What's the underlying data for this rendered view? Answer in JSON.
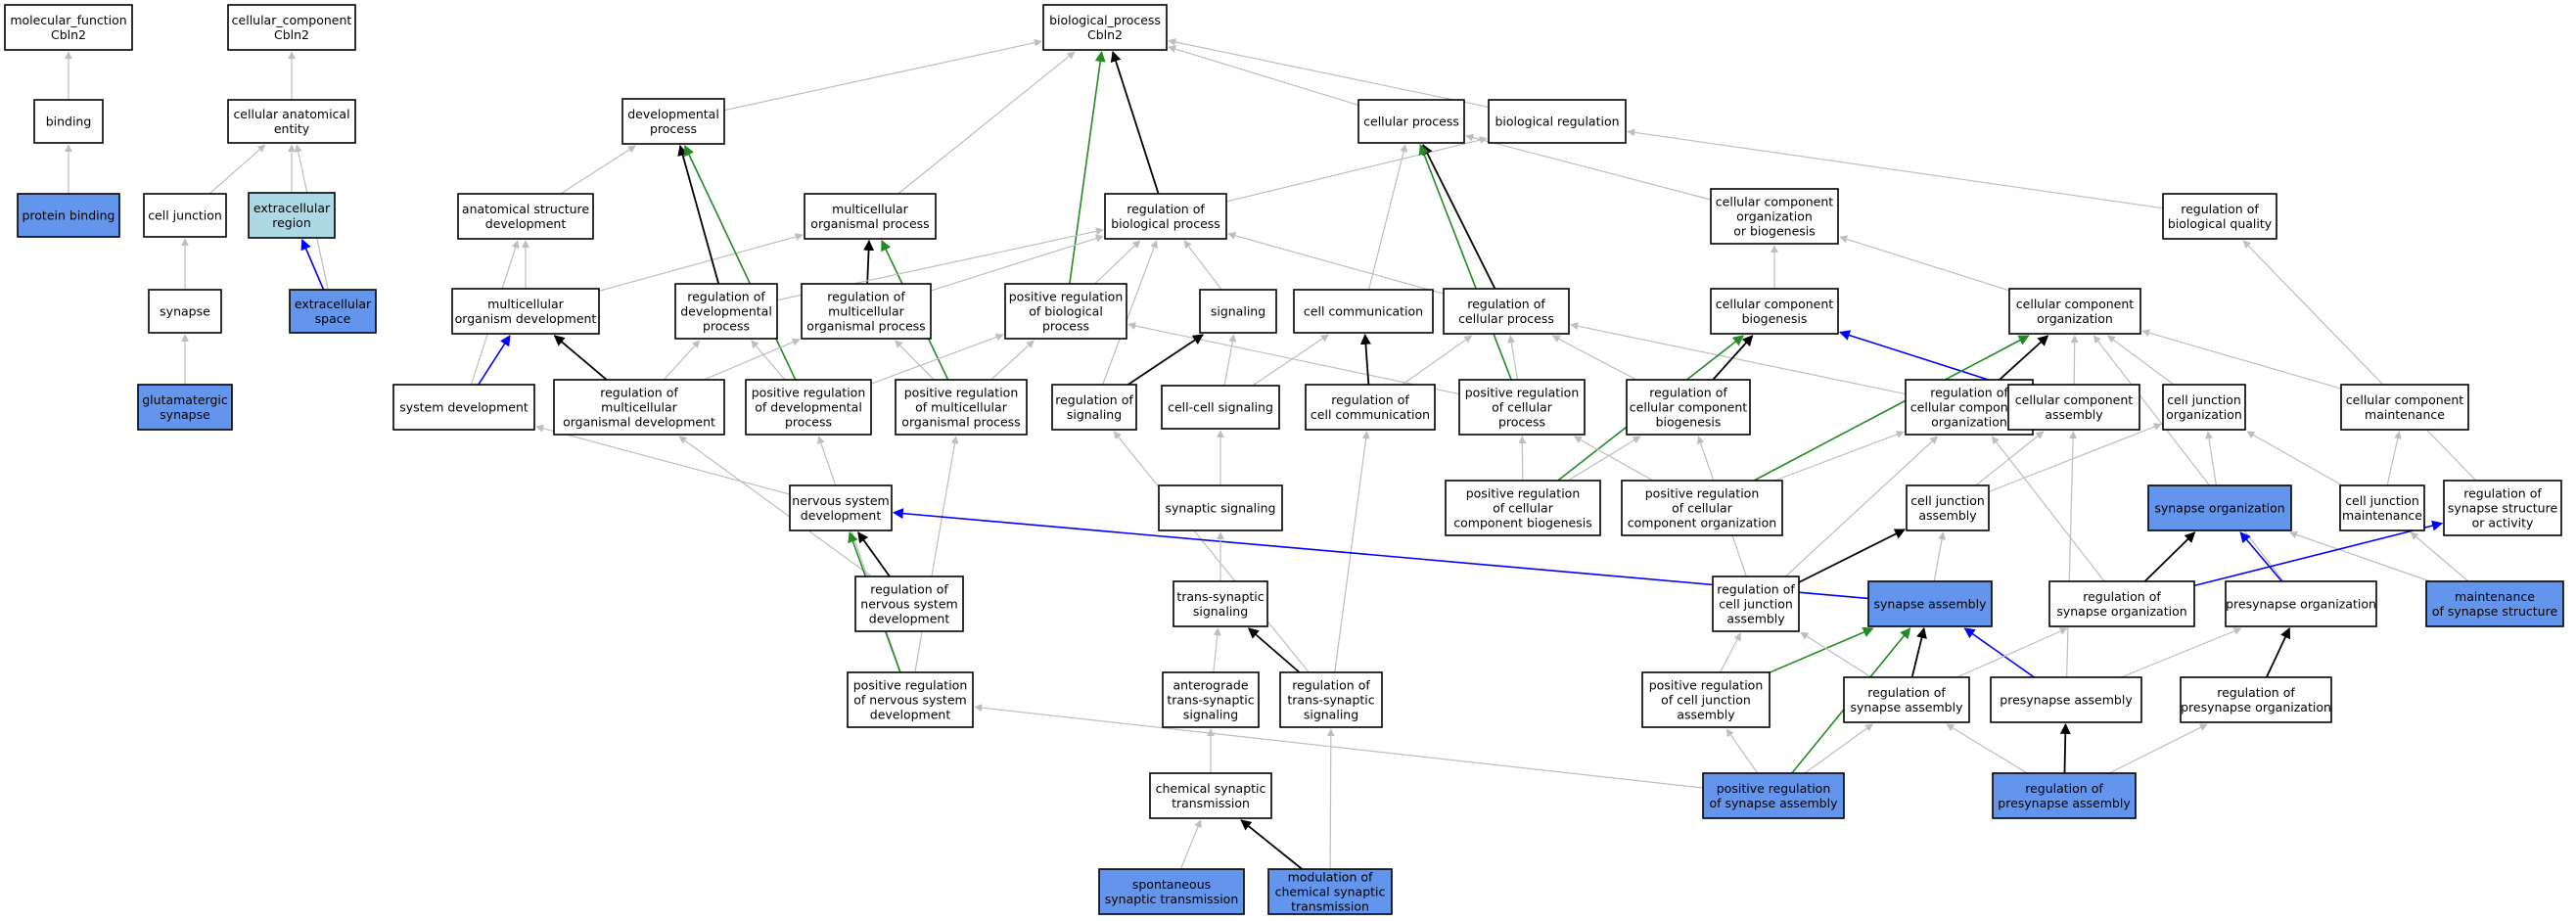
{
  "colors": {
    "white": "#ffffff",
    "blue": "#6495ed",
    "lightblue": "#add8e6",
    "edge_gray": "#bebebe",
    "edge_black": "#000000",
    "edge_green": "#228b22",
    "edge_blue": "#0000ff"
  },
  "nodes": [
    {
      "id": "mf_root",
      "lines": [
        "molecular_function",
        "Cbln2"
      ],
      "fill": "white"
    },
    {
      "id": "cc_root",
      "lines": [
        "cellular_component",
        "Cbln2"
      ],
      "fill": "white"
    },
    {
      "id": "bp_root",
      "lines": [
        "biological_process",
        "Cbln2"
      ],
      "fill": "white"
    },
    {
      "id": "binding",
      "lines": [
        "binding"
      ],
      "fill": "white"
    },
    {
      "id": "cae",
      "lines": [
        "cellular anatomical",
        "entity"
      ],
      "fill": "white"
    },
    {
      "id": "dev_proc",
      "lines": [
        "developmental",
        "process"
      ],
      "fill": "white"
    },
    {
      "id": "cell_proc",
      "lines": [
        "cellular process"
      ],
      "fill": "white"
    },
    {
      "id": "bio_reg",
      "lines": [
        "biological regulation"
      ],
      "fill": "white"
    },
    {
      "id": "protein_binding",
      "lines": [
        "protein binding"
      ],
      "fill": "blue"
    },
    {
      "id": "cell_junction",
      "lines": [
        "cell junction"
      ],
      "fill": "white"
    },
    {
      "id": "extra_region",
      "lines": [
        "extracellular",
        "region"
      ],
      "fill": "lightblue"
    },
    {
      "id": "asd",
      "lines": [
        "anatomical structure",
        "development"
      ],
      "fill": "white"
    },
    {
      "id": "mop",
      "lines": [
        "multicellular",
        "organismal process"
      ],
      "fill": "white"
    },
    {
      "id": "rbp",
      "lines": [
        "regulation of",
        "biological process"
      ],
      "fill": "white"
    },
    {
      "id": "ccob",
      "lines": [
        "cellular component",
        "organization",
        "or biogenesis"
      ],
      "fill": "white"
    },
    {
      "id": "rbq",
      "lines": [
        "regulation of",
        "biological quality"
      ],
      "fill": "white"
    },
    {
      "id": "synapse",
      "lines": [
        "synapse"
      ],
      "fill": "white"
    },
    {
      "id": "extra_space",
      "lines": [
        "extracellular",
        "space"
      ],
      "fill": "blue"
    },
    {
      "id": "mod",
      "lines": [
        "multicellular",
        "organism development"
      ],
      "fill": "white"
    },
    {
      "id": "rdp",
      "lines": [
        "regulation of",
        "developmental",
        "process"
      ],
      "fill": "white"
    },
    {
      "id": "rmop",
      "lines": [
        "regulation of",
        "multicellular",
        "organismal process"
      ],
      "fill": "white"
    },
    {
      "id": "prbp",
      "lines": [
        "positive regulation",
        "of biological",
        "process"
      ],
      "fill": "white"
    },
    {
      "id": "signaling",
      "lines": [
        "signaling"
      ],
      "fill": "white"
    },
    {
      "id": "cell_comm",
      "lines": [
        "cell communication"
      ],
      "fill": "white"
    },
    {
      "id": "rcp",
      "lines": [
        "regulation of",
        "cellular process"
      ],
      "fill": "white"
    },
    {
      "id": "ccb",
      "lines": [
        "cellular component",
        "biogenesis"
      ],
      "fill": "white"
    },
    {
      "id": "cco",
      "lines": [
        "cellular component",
        "organization"
      ],
      "fill": "white"
    },
    {
      "id": "glut_syn",
      "lines": [
        "glutamatergic",
        "synapse"
      ],
      "fill": "blue"
    },
    {
      "id": "sys_dev",
      "lines": [
        "system development"
      ],
      "fill": "white"
    },
    {
      "id": "rmod",
      "lines": [
        "regulation of",
        "multicellular",
        "organismal development"
      ],
      "fill": "white"
    },
    {
      "id": "prdp",
      "lines": [
        "positive regulation",
        "of developmental",
        "process"
      ],
      "fill": "white"
    },
    {
      "id": "prmop",
      "lines": [
        "positive regulation",
        "of multicellular",
        "organismal process"
      ],
      "fill": "white"
    },
    {
      "id": "reg_sig",
      "lines": [
        "regulation of",
        "signaling"
      ],
      "fill": "white"
    },
    {
      "id": "ccs",
      "lines": [
        "cell-cell signaling"
      ],
      "fill": "white"
    },
    {
      "id": "rcc",
      "lines": [
        "regulation of",
        "cell communication"
      ],
      "fill": "white"
    },
    {
      "id": "prcp",
      "lines": [
        "positive regulation",
        "of cellular",
        "process"
      ],
      "fill": "white"
    },
    {
      "id": "rccb",
      "lines": [
        "regulation of",
        "cellular component",
        "biogenesis"
      ],
      "fill": "white"
    },
    {
      "id": "rcco",
      "lines": [
        "regulation of",
        "cellular component",
        "organization"
      ],
      "fill": "white"
    },
    {
      "id": "cca",
      "lines": [
        "cellular component",
        "assembly"
      ],
      "fill": "white"
    },
    {
      "id": "cjo",
      "lines": [
        "cell junction",
        "organization"
      ],
      "fill": "white"
    },
    {
      "id": "ccm",
      "lines": [
        "cellular component",
        "maintenance"
      ],
      "fill": "white"
    },
    {
      "id": "nsd",
      "lines": [
        "nervous system",
        "development"
      ],
      "fill": "white"
    },
    {
      "id": "syn_sig",
      "lines": [
        "synaptic signaling"
      ],
      "fill": "white"
    },
    {
      "id": "prccb",
      "lines": [
        "positive regulation",
        "of cellular",
        "component biogenesis"
      ],
      "fill": "white"
    },
    {
      "id": "prcco",
      "lines": [
        "positive regulation",
        "of cellular",
        "component organization"
      ],
      "fill": "white"
    },
    {
      "id": "cja",
      "lines": [
        "cell junction",
        "assembly"
      ],
      "fill": "white"
    },
    {
      "id": "syn_org",
      "lines": [
        "synapse organization"
      ],
      "fill": "blue"
    },
    {
      "id": "cjm",
      "lines": [
        "cell junction",
        "maintenance"
      ],
      "fill": "white"
    },
    {
      "id": "rssa",
      "lines": [
        "regulation of",
        "synapse structure",
        "or activity"
      ],
      "fill": "white"
    },
    {
      "id": "rnsd",
      "lines": [
        "regulation of",
        "nervous system",
        "development"
      ],
      "fill": "white"
    },
    {
      "id": "tss",
      "lines": [
        "trans-synaptic",
        "signaling"
      ],
      "fill": "white"
    },
    {
      "id": "rcja",
      "lines": [
        "regulation of",
        "cell junction",
        "assembly"
      ],
      "fill": "white"
    },
    {
      "id": "syn_asm",
      "lines": [
        "synapse assembly"
      ],
      "fill": "blue"
    },
    {
      "id": "rso",
      "lines": [
        "regulation of",
        "synapse organization"
      ],
      "fill": "white"
    },
    {
      "id": "pre_org",
      "lines": [
        "presynapse organization"
      ],
      "fill": "white"
    },
    {
      "id": "mss",
      "lines": [
        "maintenance",
        "of synapse structure"
      ],
      "fill": "blue"
    },
    {
      "id": "prnsd",
      "lines": [
        "positive regulation",
        "of nervous system",
        "development"
      ],
      "fill": "white"
    },
    {
      "id": "atss",
      "lines": [
        "anterograde",
        "trans-synaptic",
        "signaling"
      ],
      "fill": "white"
    },
    {
      "id": "rtss",
      "lines": [
        "regulation of",
        "trans-synaptic",
        "signaling"
      ],
      "fill": "white"
    },
    {
      "id": "prcja",
      "lines": [
        "positive regulation",
        "of cell junction",
        "assembly"
      ],
      "fill": "white"
    },
    {
      "id": "rsa",
      "lines": [
        "regulation of",
        "synapse assembly"
      ],
      "fill": "white"
    },
    {
      "id": "pre_asm",
      "lines": [
        "presynapse assembly"
      ],
      "fill": "white"
    },
    {
      "id": "rpo",
      "lines": [
        "regulation of",
        "presynapse organization"
      ],
      "fill": "white"
    },
    {
      "id": "cst",
      "lines": [
        "chemical synaptic",
        "transmission"
      ],
      "fill": "white"
    },
    {
      "id": "prsa",
      "lines": [
        "positive regulation",
        "of synapse assembly"
      ],
      "fill": "blue"
    },
    {
      "id": "rpa",
      "lines": [
        "regulation of",
        "presynapse assembly"
      ],
      "fill": "blue"
    },
    {
      "id": "sst",
      "lines": [
        "spontaneous",
        "synaptic transmission"
      ],
      "fill": "blue"
    },
    {
      "id": "mcst",
      "lines": [
        "modulation of",
        "chemical synaptic",
        "transmission"
      ],
      "fill": "blue"
    }
  ],
  "edges": [
    {
      "from": "binding",
      "to": "mf_root",
      "kind": "gray"
    },
    {
      "from": "protein_binding",
      "to": "binding",
      "kind": "gray"
    },
    {
      "from": "cae",
      "to": "cc_root",
      "kind": "gray"
    },
    {
      "from": "cell_junction",
      "to": "cae",
      "kind": "gray"
    },
    {
      "from": "extra_region",
      "to": "cae",
      "kind": "gray"
    },
    {
      "from": "extra_space",
      "to": "cae",
      "kind": "gray"
    },
    {
      "from": "extra_space",
      "to": "extra_region",
      "kind": "blue"
    },
    {
      "from": "synapse",
      "to": "cell_junction",
      "kind": "gray"
    },
    {
      "from": "glut_syn",
      "to": "synapse",
      "kind": "gray"
    },
    {
      "from": "dev_proc",
      "to": "bp_root",
      "kind": "gray"
    },
    {
      "from": "cell_proc",
      "to": "bp_root",
      "kind": "gray"
    },
    {
      "from": "bio_reg",
      "to": "bp_root",
      "kind": "gray"
    },
    {
      "from": "mop",
      "to": "bp_root",
      "kind": "gray"
    },
    {
      "from": "rbp",
      "to": "bp_root",
      "kind": "black"
    },
    {
      "from": "prbp",
      "to": "bp_root",
      "kind": "green"
    },
    {
      "from": "rbq",
      "to": "bio_reg",
      "kind": "gray"
    },
    {
      "from": "rbp",
      "to": "bio_reg",
      "kind": "gray"
    },
    {
      "from": "asd",
      "to": "dev_proc",
      "kind": "gray"
    },
    {
      "from": "mod",
      "to": "asd",
      "kind": "gray"
    },
    {
      "from": "sys_dev",
      "to": "asd",
      "kind": "gray"
    },
    {
      "from": "ccob",
      "to": "cell_proc",
      "kind": "gray"
    },
    {
      "from": "cell_comm",
      "to": "cell_proc",
      "kind": "gray"
    },
    {
      "from": "rcp",
      "to": "cell_proc",
      "kind": "black"
    },
    {
      "from": "prcp",
      "to": "cell_proc",
      "kind": "green"
    },
    {
      "from": "mod",
      "to": "mop",
      "kind": "gray"
    },
    {
      "from": "rmop",
      "to": "mop",
      "kind": "black"
    },
    {
      "from": "prmop",
      "to": "mop",
      "kind": "green"
    },
    {
      "from": "rdp",
      "to": "rbp",
      "kind": "gray"
    },
    {
      "from": "rmop",
      "to": "rbp",
      "kind": "gray"
    },
    {
      "from": "prbp",
      "to": "rbp",
      "kind": "gray"
    },
    {
      "from": "rcp",
      "to": "rbp",
      "kind": "gray"
    },
    {
      "from": "reg_sig",
      "to": "rbp",
      "kind": "gray"
    },
    {
      "from": "signaling",
      "to": "rbp",
      "kind": "gray"
    },
    {
      "from": "rdp",
      "to": "dev_proc",
      "kind": "black"
    },
    {
      "from": "prdp",
      "to": "dev_proc",
      "kind": "green"
    },
    {
      "from": "ccb",
      "to": "ccob",
      "kind": "gray"
    },
    {
      "from": "cco",
      "to": "ccob",
      "kind": "gray"
    },
    {
      "from": "rssa",
      "to": "rbq",
      "kind": "gray"
    },
    {
      "from": "sys_dev",
      "to": "mod",
      "kind": "blue"
    },
    {
      "from": "rmod",
      "to": "mod",
      "kind": "black"
    },
    {
      "from": "rmod",
      "to": "rdp",
      "kind": "gray"
    },
    {
      "from": "rmod",
      "to": "rmop",
      "kind": "gray"
    },
    {
      "from": "prdp",
      "to": "rdp",
      "kind": "gray"
    },
    {
      "from": "prdp",
      "to": "prbp",
      "kind": "gray"
    },
    {
      "from": "prmop",
      "to": "rmop",
      "kind": "gray"
    },
    {
      "from": "prmop",
      "to": "prbp",
      "kind": "gray"
    },
    {
      "from": "prcp",
      "to": "prbp",
      "kind": "gray"
    },
    {
      "from": "reg_sig",
      "to": "signaling",
      "kind": "black"
    },
    {
      "from": "ccs",
      "to": "signaling",
      "kind": "gray"
    },
    {
      "from": "ccs",
      "to": "cell_comm",
      "kind": "gray"
    },
    {
      "from": "rcc",
      "to": "cell_comm",
      "kind": "black"
    },
    {
      "from": "rcc",
      "to": "rcp",
      "kind": "gray"
    },
    {
      "from": "prcp",
      "to": "rcp",
      "kind": "gray"
    },
    {
      "from": "rccb",
      "to": "rcp",
      "kind": "gray"
    },
    {
      "from": "rcco",
      "to": "rcp",
      "kind": "gray"
    },
    {
      "from": "rccb",
      "to": "ccb",
      "kind": "black"
    },
    {
      "from": "prccb",
      "to": "ccb",
      "kind": "green"
    },
    {
      "from": "cca",
      "to": "ccb",
      "kind": "blue"
    },
    {
      "from": "cca",
      "to": "cco",
      "kind": "gray"
    },
    {
      "from": "rcco",
      "to": "cco",
      "kind": "black"
    },
    {
      "from": "prcco",
      "to": "cco",
      "kind": "green"
    },
    {
      "from": "cjo",
      "to": "cco",
      "kind": "gray"
    },
    {
      "from": "ccm",
      "to": "cco",
      "kind": "gray"
    },
    {
      "from": "pre_org",
      "to": "cco",
      "kind": "gray"
    },
    {
      "from": "nsd",
      "to": "sys_dev",
      "kind": "gray"
    },
    {
      "from": "prnsd",
      "to": "prdp",
      "kind": "gray"
    },
    {
      "from": "rnsd",
      "to": "rmod",
      "kind": "gray"
    },
    {
      "from": "prnsd",
      "to": "prmop",
      "kind": "gray"
    },
    {
      "from": "syn_sig",
      "to": "ccs",
      "kind": "gray"
    },
    {
      "from": "rtss",
      "to": "reg_sig",
      "kind": "gray"
    },
    {
      "from": "rtss",
      "to": "rcc",
      "kind": "gray"
    },
    {
      "from": "prccb",
      "to": "rccb",
      "kind": "gray"
    },
    {
      "from": "prccb",
      "to": "prcp",
      "kind": "gray"
    },
    {
      "from": "prcco",
      "to": "rcco",
      "kind": "gray"
    },
    {
      "from": "prcco",
      "to": "prcp",
      "kind": "gray"
    },
    {
      "from": "rcja",
      "to": "rcco",
      "kind": "gray"
    },
    {
      "from": "rcja",
      "to": "rccb",
      "kind": "gray"
    },
    {
      "from": "cja",
      "to": "cca",
      "kind": "gray"
    },
    {
      "from": "cja",
      "to": "cjo",
      "kind": "gray"
    },
    {
      "from": "syn_org",
      "to": "cjo",
      "kind": "gray"
    },
    {
      "from": "cjm",
      "to": "cjo",
      "kind": "gray"
    },
    {
      "from": "cjm",
      "to": "ccm",
      "kind": "gray"
    },
    {
      "from": "rnsd",
      "to": "nsd",
      "kind": "black"
    },
    {
      "from": "prnsd",
      "to": "nsd",
      "kind": "green"
    },
    {
      "from": "syn_asm",
      "to": "nsd",
      "kind": "blue"
    },
    {
      "from": "tss",
      "to": "syn_sig",
      "kind": "gray"
    },
    {
      "from": "rcja",
      "to": "cja",
      "kind": "black"
    },
    {
      "from": "syn_asm",
      "to": "cja",
      "kind": "gray"
    },
    {
      "from": "rso",
      "to": "syn_org",
      "kind": "black"
    },
    {
      "from": "pre_org",
      "to": "syn_org",
      "kind": "blue"
    },
    {
      "from": "mss",
      "to": "syn_org",
      "kind": "gray"
    },
    {
      "from": "mss",
      "to": "cjm",
      "kind": "gray"
    },
    {
      "from": "rso",
      "to": "rssa",
      "kind": "blue"
    },
    {
      "from": "rso",
      "to": "rcco",
      "kind": "gray"
    },
    {
      "from": "atss",
      "to": "tss",
      "kind": "gray"
    },
    {
      "from": "rtss",
      "to": "tss",
      "kind": "black"
    },
    {
      "from": "prcja",
      "to": "rcja",
      "kind": "gray"
    },
    {
      "from": "prcja",
      "to": "syn_asm",
      "kind": "green"
    },
    {
      "from": "rsa",
      "to": "syn_asm",
      "kind": "black"
    },
    {
      "from": "pre_asm",
      "to": "syn_asm",
      "kind": "blue"
    },
    {
      "from": "rsa",
      "to": "rso",
      "kind": "gray"
    },
    {
      "from": "rpo",
      "to": "pre_org",
      "kind": "black"
    },
    {
      "from": "pre_asm",
      "to": "cca",
      "kind": "gray"
    },
    {
      "from": "pre_asm",
      "to": "pre_org",
      "kind": "gray"
    },
    {
      "from": "rsa",
      "to": "rcja",
      "kind": "gray"
    },
    {
      "from": "cst",
      "to": "atss",
      "kind": "gray"
    },
    {
      "from": "prsa",
      "to": "rsa",
      "kind": "gray"
    },
    {
      "from": "prsa",
      "to": "prcja",
      "kind": "gray"
    },
    {
      "from": "prsa",
      "to": "syn_asm",
      "kind": "green"
    },
    {
      "from": "prsa",
      "to": "prnsd",
      "kind": "gray"
    },
    {
      "from": "rpa",
      "to": "pre_asm",
      "kind": "black"
    },
    {
      "from": "rpa",
      "to": "rsa",
      "kind": "gray"
    },
    {
      "from": "rpa",
      "to": "rpo",
      "kind": "gray"
    },
    {
      "from": "sst",
      "to": "cst",
      "kind": "gray"
    },
    {
      "from": "mcst",
      "to": "cst",
      "kind": "black"
    },
    {
      "from": "mcst",
      "to": "rtss",
      "kind": "gray"
    }
  ]
}
